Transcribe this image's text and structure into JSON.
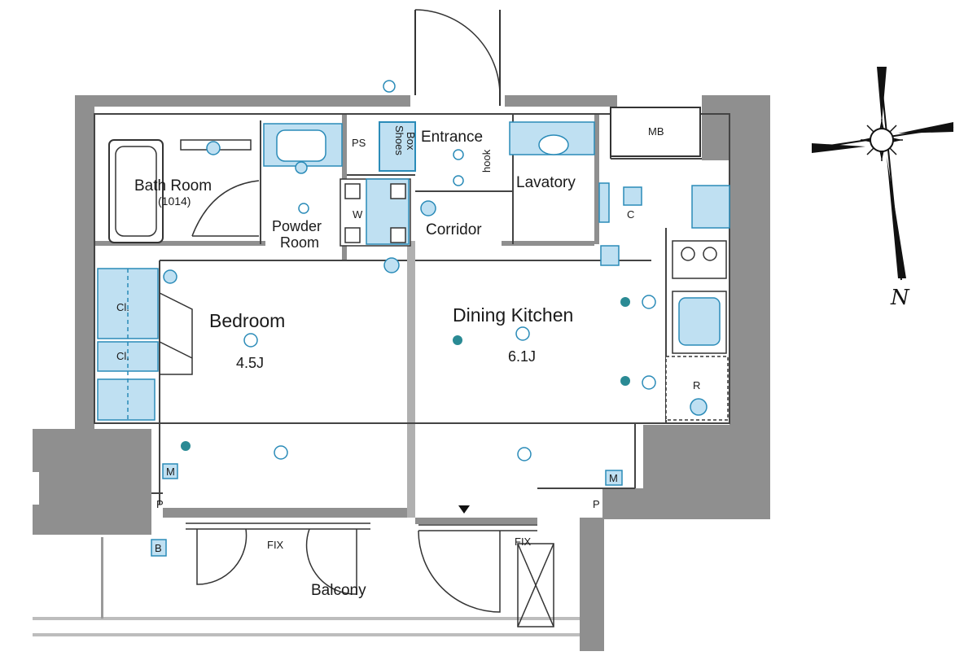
{
  "rooms": {
    "bath_room": "Bath Room",
    "bath_size": "(1014)",
    "powder_room_1": "Powder",
    "powder_room_2": "Room",
    "entrance": "Entrance",
    "corridor": "Corridor",
    "lavatory": "Lavatory",
    "bedroom": "Bedroom",
    "bedroom_size": "4.5J",
    "dining_kitchen": "Dining Kitchen",
    "dining_kitchen_size": "6.1J",
    "balcony": "Balcony"
  },
  "labels": {
    "ps": "PS",
    "shoes_box_1": "Shoes",
    "shoes_box_2": "Box",
    "mb": "MB",
    "w": "W",
    "closet_1": "Cl.",
    "closet_2": "Cl.",
    "fix_left": "FIX",
    "fix_right": "FIX",
    "p_left": "P",
    "p_right": "P",
    "r": "R",
    "c_top": "C",
    "m_left": "M",
    "m_right": "M",
    "b": "B",
    "hook": "hook"
  },
  "compass": {
    "north": "N"
  },
  "colors": {
    "wall": "#8f8f8f",
    "fixture_fill": "#bfe0f2",
    "fixture_stroke": "#2a8bb8",
    "line": "#333333",
    "dot": "#2a8a94"
  }
}
